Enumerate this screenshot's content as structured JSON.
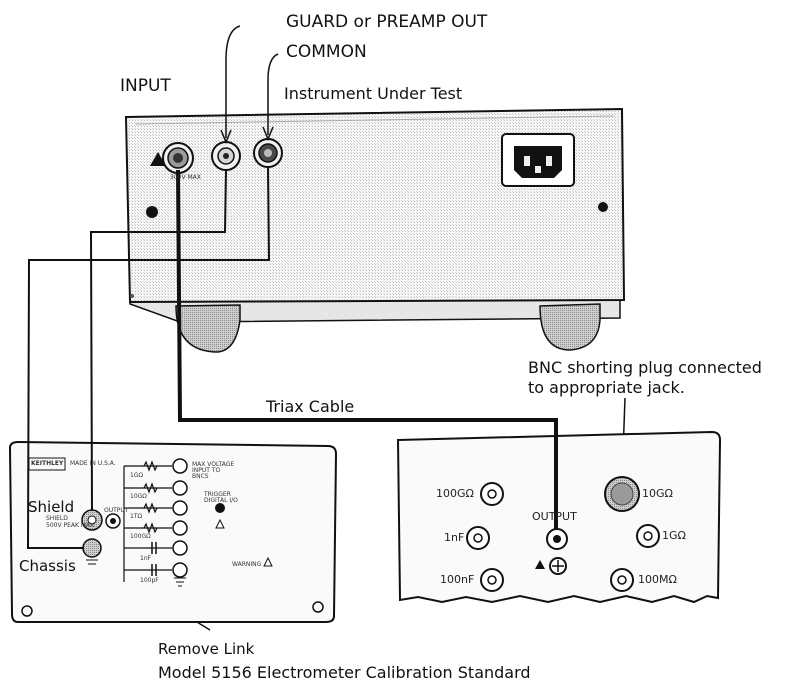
{
  "labels": {
    "guard": "GUARD or PREAMP OUT",
    "common": "COMMON",
    "input": "INPUT",
    "instrument": "Instrument Under Test",
    "bnc_line1": "BNC shorting plug connected",
    "bnc_line2": "to appropriate jack.",
    "triax": "Triax Cable",
    "shield": "Shield",
    "chassis": "Chassis",
    "remove_link": "Remove Link",
    "caption": "Model 5156 Electrometer Calibration Standard"
  },
  "instrument_panel": {
    "input_sub": "300V MAX"
  },
  "left_panel": {
    "brand": "KEITHLEY",
    "made_in": "MADE IN U.S.A.",
    "max_voltage": "MAX VOLTAGE INPUT TO BNCS",
    "shield_sub": "SHIELD",
    "shield_sub2": "500V PEAK MAX",
    "output": "OUTPUT",
    "trigger": "TRIGGER DIGITAL I/O",
    "warning": "WARNING",
    "resistors": [
      "1GΩ",
      "10GΩ",
      "1TΩ",
      "100GΩ"
    ],
    "capacitors": [
      "1nF",
      "100pF"
    ]
  },
  "right_panel": {
    "jacks": [
      "100GΩ",
      "1nF",
      "100nF",
      "10GΩ",
      "1GΩ",
      "100MΩ"
    ],
    "output": "OUTPUT"
  },
  "colors": {
    "line": "#111111",
    "panel_fill": "#fafafa",
    "stipple": "#bdbdbd"
  }
}
